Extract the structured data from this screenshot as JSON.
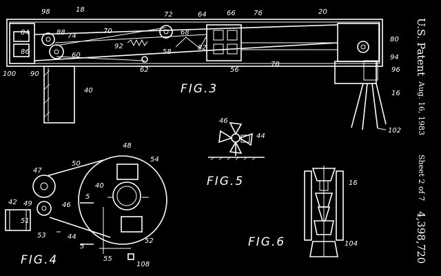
{
  "header": {
    "office": "U.S. Patent",
    "date": "Aug. 16, 1983",
    "sheet": "Sheet 2 of 7",
    "number": "4,398,720"
  },
  "figures": {
    "fig3": "FIG.3",
    "fig4": "FIG.4",
    "fig5": "FIG.5",
    "fig6": "FIG.6"
  },
  "labels": {
    "fig3": [
      "98",
      "18",
      "72",
      "64",
      "66",
      "76",
      "20",
      "84",
      "88",
      "74",
      "70",
      "68",
      "80",
      "86",
      "60",
      "92",
      "58",
      "82",
      "62",
      "56",
      "78",
      "94",
      "96",
      "100",
      "90",
      "40",
      "16",
      "102"
    ],
    "fig4": [
      "48",
      "50",
      "54",
      "47",
      "40",
      "42",
      "49",
      "46",
      "5",
      "51",
      "53",
      "44",
      "52",
      "5",
      "55",
      "108"
    ],
    "fig5": [
      "46",
      "44"
    ],
    "fig6": [
      "16",
      "104"
    ]
  }
}
